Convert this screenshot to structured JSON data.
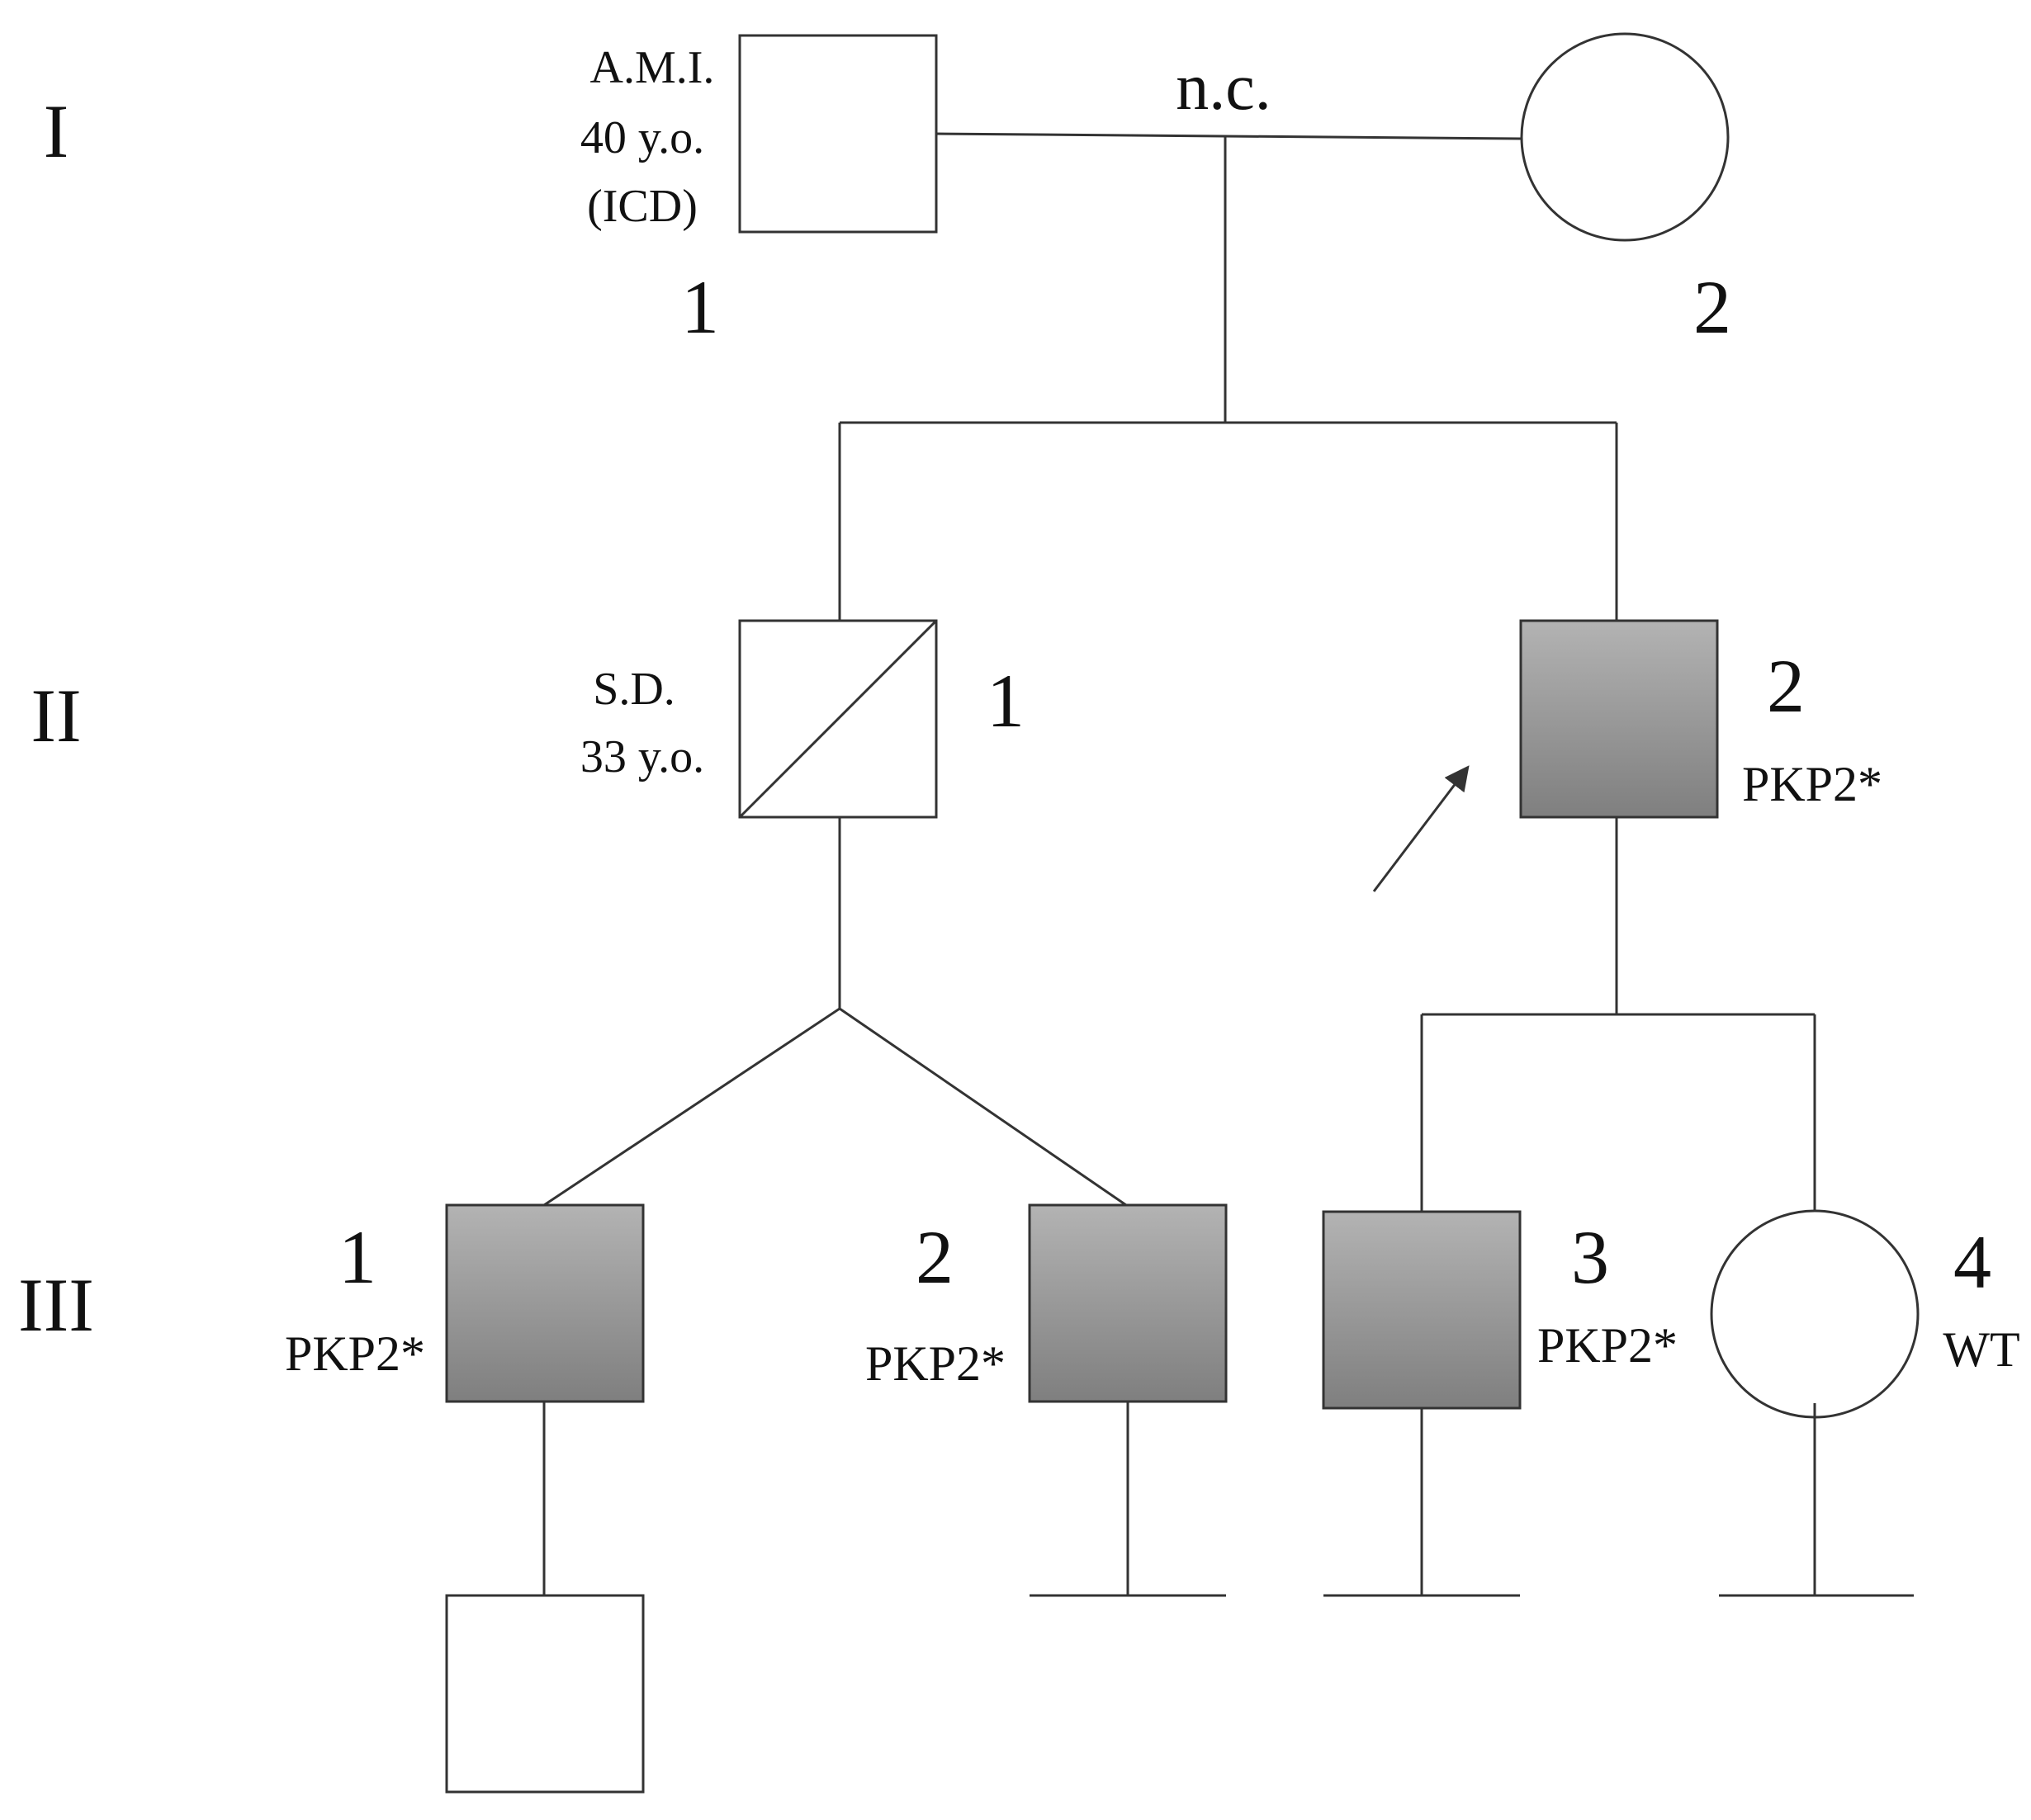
{
  "generations": {
    "g1": "I",
    "g2": "II",
    "g3": "III"
  },
  "consanguinity_label": "n.c.",
  "individuals": {
    "I_1": {
      "number": "1",
      "sex": "male",
      "affected": false,
      "notes": [
        "A.M.I.",
        "40 y.o.",
        "(ICD)"
      ]
    },
    "I_2": {
      "number": "2",
      "sex": "female",
      "affected": false
    },
    "II_1": {
      "number": "1",
      "sex": "male",
      "affected": false,
      "deceased": true,
      "notes": [
        "S.D.",
        "33 y.o."
      ]
    },
    "II_2": {
      "number": "2",
      "sex": "male",
      "affected": true,
      "proband": true,
      "genotype": "PKP2*"
    },
    "III_1": {
      "number": "1",
      "sex": "male",
      "affected": true,
      "genotype": "PKP2*"
    },
    "III_2": {
      "number": "2",
      "sex": "male",
      "affected": true,
      "genotype": "PKP2*"
    },
    "III_3": {
      "number": "3",
      "sex": "male",
      "affected": true,
      "genotype": "PKP2*"
    },
    "III_4": {
      "number": "4",
      "sex": "female",
      "affected": false,
      "genotype": "WT"
    },
    "IV_child": {
      "sex": "male",
      "affected": false
    }
  },
  "colors": {
    "affected_top": "#b3b3b3",
    "affected_bottom": "#7f7f7f",
    "line": "#333333"
  }
}
